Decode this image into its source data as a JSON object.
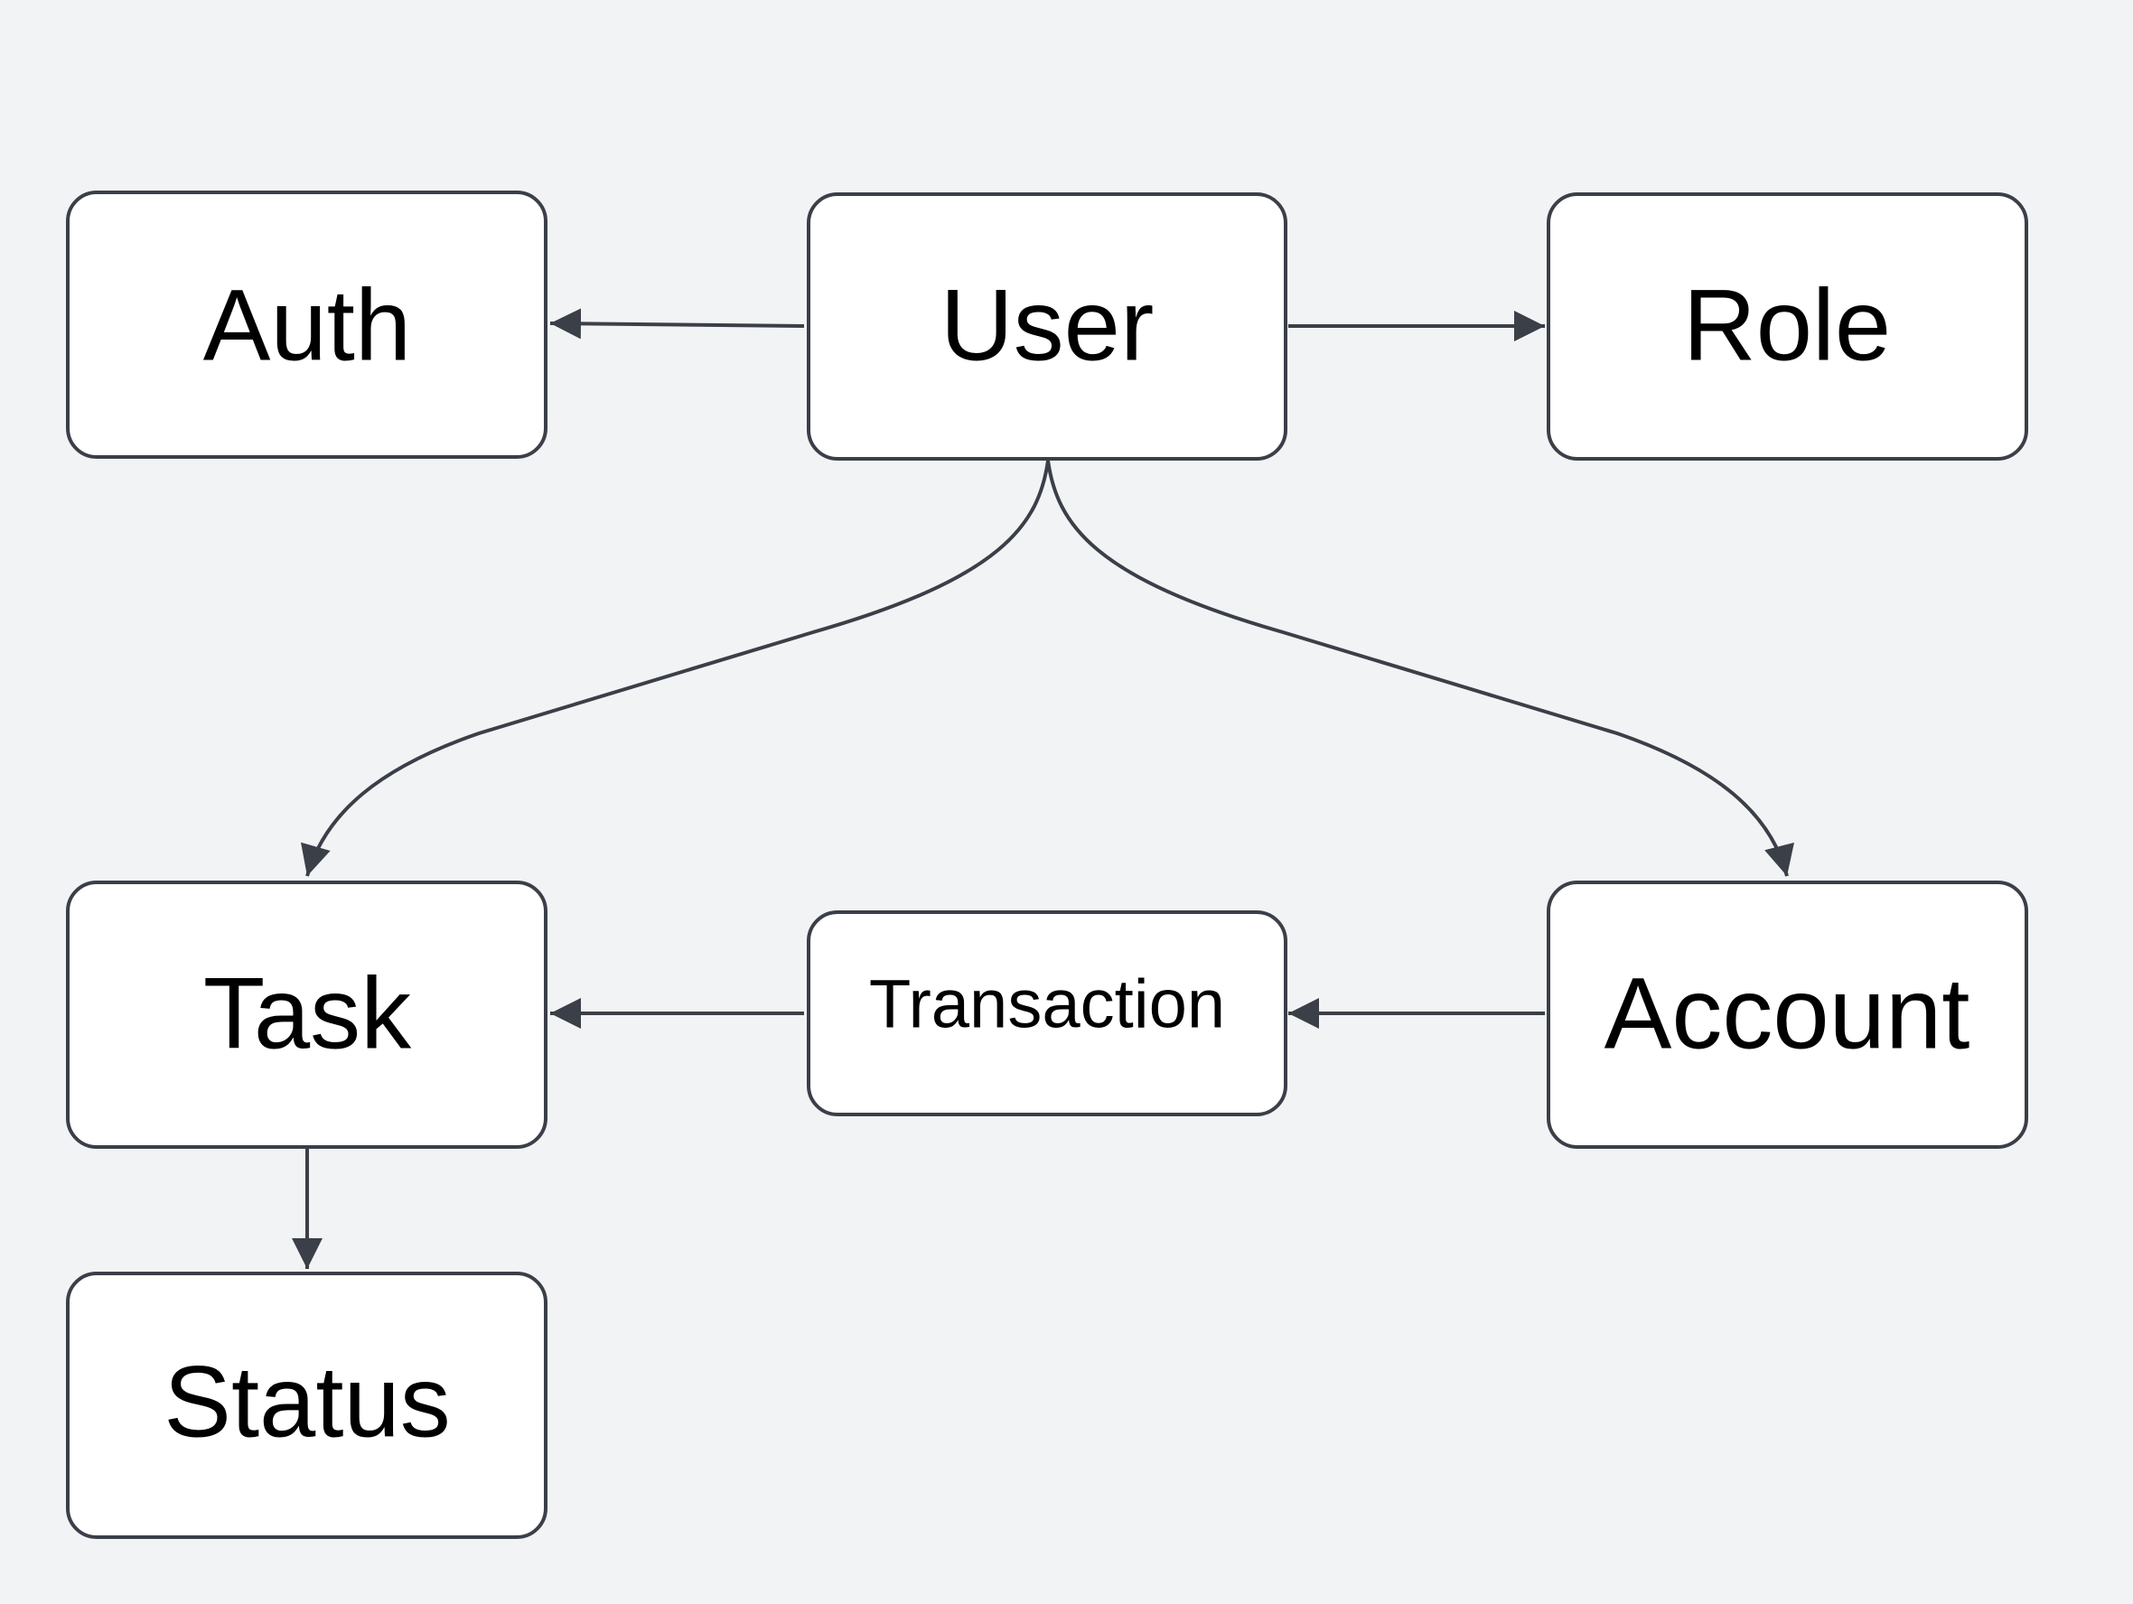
{
  "colors": {
    "background": "#f2f3f5",
    "node_fill": "#ffffff",
    "stroke": "#3a3f48",
    "text": "#000000"
  },
  "nodes": {
    "auth": {
      "label": "Auth"
    },
    "user": {
      "label": "User"
    },
    "role": {
      "label": "Role"
    },
    "task": {
      "label": "Task"
    },
    "transaction": {
      "label": "Transaction"
    },
    "account": {
      "label": "Account"
    },
    "status": {
      "label": "Status"
    }
  },
  "edges": [
    {
      "from": "User",
      "to": "Auth"
    },
    {
      "from": "User",
      "to": "Role"
    },
    {
      "from": "User",
      "to": "Task"
    },
    {
      "from": "User",
      "to": "Account"
    },
    {
      "from": "Transaction",
      "to": "Task"
    },
    {
      "from": "Account",
      "to": "Transaction"
    },
    {
      "from": "Task",
      "to": "Status"
    }
  ]
}
